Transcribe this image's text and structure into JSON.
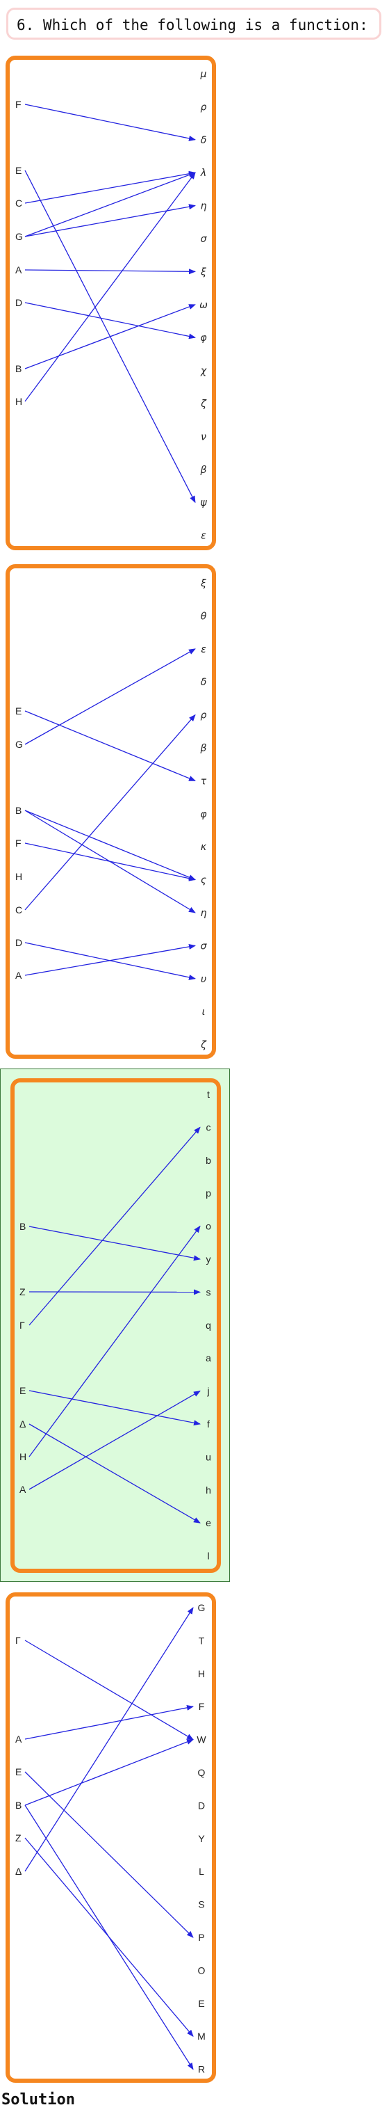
{
  "question": "6. Which of the following is a function:",
  "solution_label": "Solution",
  "colors": {
    "panel_border": "#f5861f",
    "arrow": "#2323e0",
    "highlight_bg": "#dcfbdc",
    "question_border": "#f9d4d4"
  },
  "diagrams": [
    {
      "left": [
        "F",
        "E",
        "C",
        "G",
        "A",
        "D",
        "B",
        "H"
      ],
      "right": [
        "μ",
        "ρ",
        "δ",
        "λ",
        "η",
        "σ",
        "ξ",
        "ω",
        "φ",
        "χ",
        "ζ",
        "ν",
        "β",
        "ψ",
        "ε"
      ],
      "edges": [
        [
          "F",
          "δ"
        ],
        [
          "E",
          "ψ"
        ],
        [
          "C",
          "λ"
        ],
        [
          "G",
          "λ"
        ],
        [
          "G",
          "η"
        ],
        [
          "A",
          "ξ"
        ],
        [
          "D",
          "φ"
        ],
        [
          "B",
          "ω"
        ],
        [
          "H",
          "λ"
        ]
      ],
      "highlighted": false
    },
    {
      "left": [
        "E",
        "G",
        "B",
        "F",
        "H",
        "C",
        "D",
        "A"
      ],
      "right": [
        "ξ",
        "θ",
        "ε",
        "δ",
        "ρ",
        "β",
        "τ",
        "φ",
        "κ",
        "ς",
        "η",
        "σ",
        "υ",
        "ι",
        "ζ"
      ],
      "edges": [
        [
          "E",
          "τ"
        ],
        [
          "G",
          "ε"
        ],
        [
          "B",
          "ς"
        ],
        [
          "B",
          "η"
        ],
        [
          "F",
          "ς"
        ],
        [
          "C",
          "ρ"
        ],
        [
          "D",
          "υ"
        ],
        [
          "A",
          "σ"
        ]
      ],
      "highlighted": false
    },
    {
      "left": [
        "B",
        "Z",
        "Γ",
        "E",
        "Δ",
        "H",
        "A"
      ],
      "right": [
        "t",
        "c",
        "b",
        "p",
        "o",
        "y",
        "s",
        "q",
        "a",
        "j",
        "f",
        "u",
        "h",
        "e",
        "l"
      ],
      "edges": [
        [
          "B",
          "y"
        ],
        [
          "Z",
          "s"
        ],
        [
          "Γ",
          "c"
        ],
        [
          "E",
          "f"
        ],
        [
          "Δ",
          "e"
        ],
        [
          "H",
          "o"
        ],
        [
          "A",
          "j"
        ]
      ],
      "highlighted": true
    },
    {
      "left": [
        "Γ",
        "A",
        "E",
        "B",
        "Z",
        "Δ"
      ],
      "right": [
        "G",
        "T",
        "H",
        "F",
        "W",
        "Q",
        "D",
        "Y",
        "L",
        "S",
        "P",
        "O",
        "E",
        "M",
        "R"
      ],
      "edges": [
        [
          "Γ",
          "W"
        ],
        [
          "A",
          "F"
        ],
        [
          "E",
          "P"
        ],
        [
          "B",
          "W"
        ],
        [
          "B",
          "R"
        ],
        [
          "Z",
          "M"
        ],
        [
          "Δ",
          "G"
        ]
      ],
      "highlighted": false
    }
  ]
}
